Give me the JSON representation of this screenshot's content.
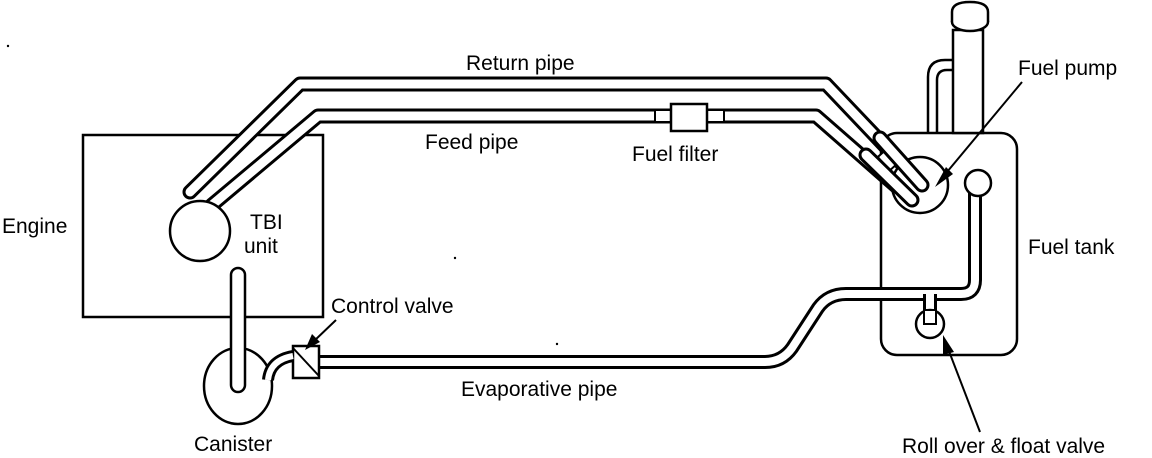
{
  "labels": {
    "return_pipe": "Return pipe",
    "fuel_pump": "Fuel pump",
    "feed_pipe": "Feed pipe",
    "fuel_filter": "Fuel filter",
    "engine": "Engine",
    "tbi_unit_line1": "TBI",
    "tbi_unit_line2": "unit",
    "fuel_tank": "Fuel tank",
    "control_valve": "Control valve",
    "evaporative_pipe": "Evaporative pipe",
    "canister": "Canister",
    "rollover_float_valve": "Roll over & float valve"
  },
  "colors": {
    "ink": "#000000",
    "paper": "#ffffff"
  }
}
